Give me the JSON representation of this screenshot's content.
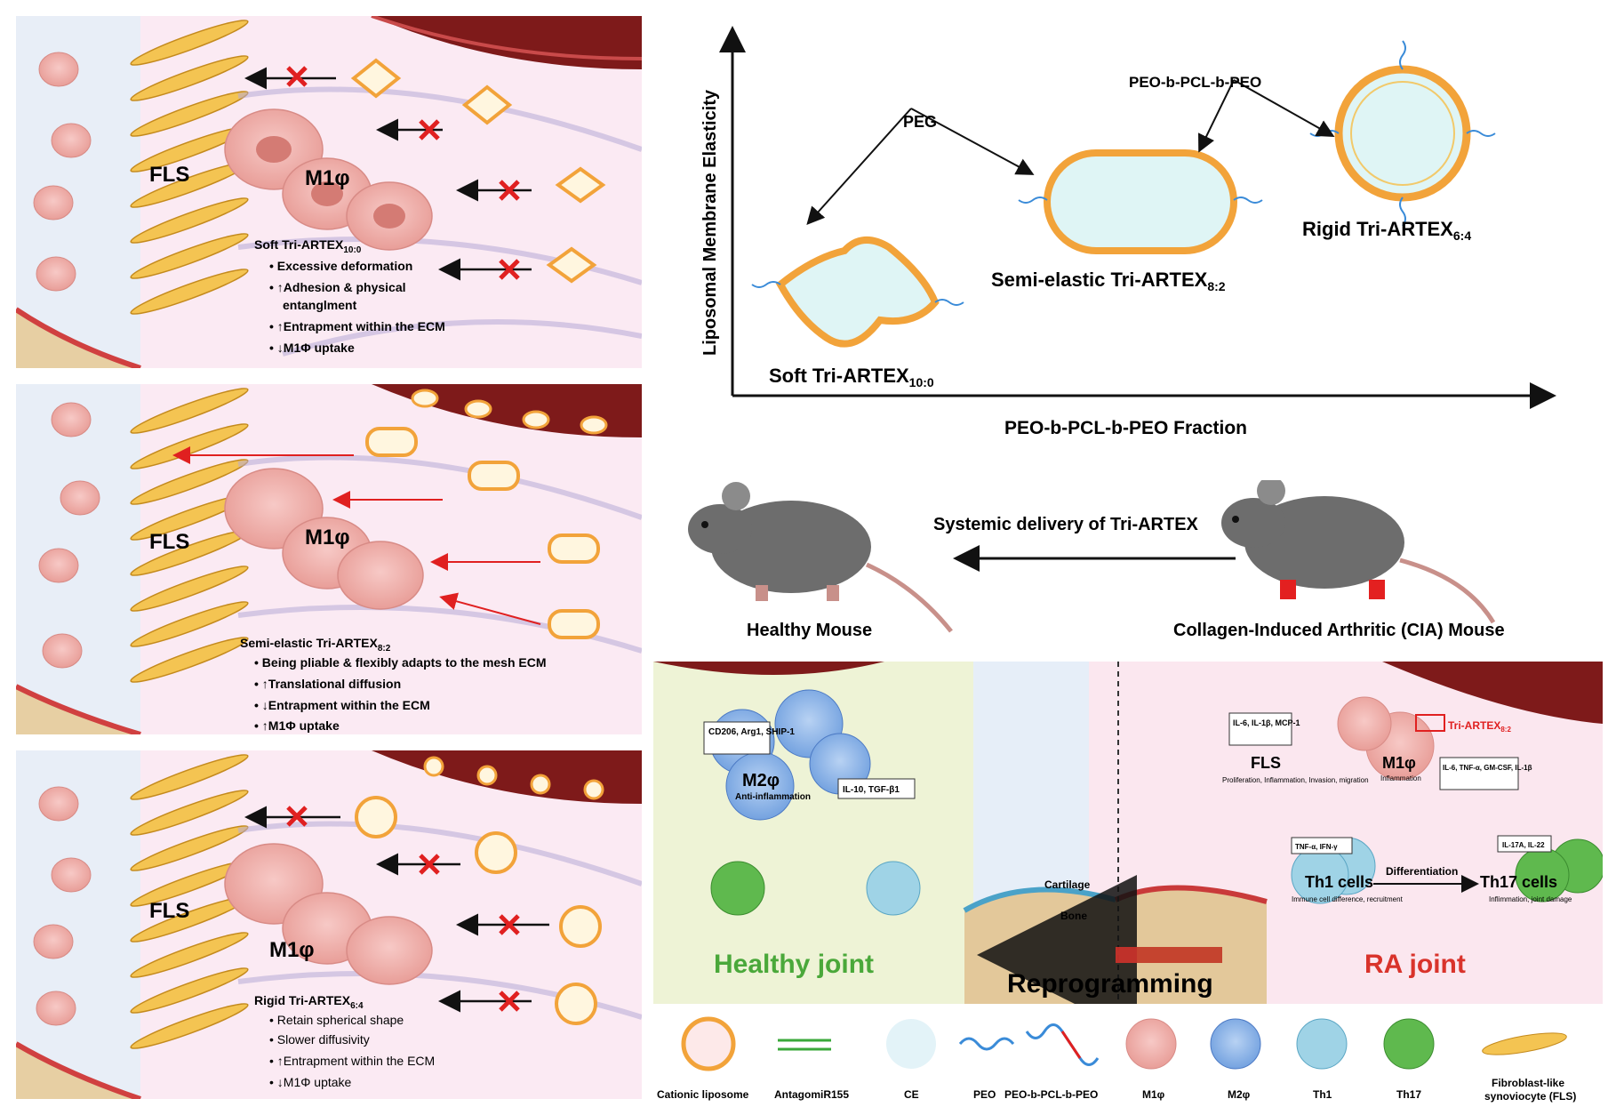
{
  "panels": {
    "soft": {
      "fls": "FLS",
      "m1": "M1φ",
      "title": "Soft Tri-ARTEX",
      "sub": "10:0",
      "bullets": [
        "Excessive deformation",
        "↑Adhesion & physical",
        "entanglment",
        "↑Entrapment within the ECM",
        "↓M1Φ uptake"
      ]
    },
    "semi": {
      "fls": "FLS",
      "m1": "M1φ",
      "title": "Semi-elastic Tri-ARTEX",
      "sub": "8:2",
      "bullets": [
        "Being pliable & flexibly adapts to the mesh ECM",
        "↑Translational diffusion",
        "↓Entrapment within the ECM",
        "↑M1Φ uptake"
      ]
    },
    "rigid": {
      "fls": "FLS",
      "m1": "M1φ",
      "title": "Rigid Tri-ARTEX",
      "sub": "6:4",
      "bullets": [
        "Retain spherical shape",
        "Slower diffusivity",
        "↑Entrapment within the ECM",
        "↓M1Φ uptake"
      ]
    }
  },
  "graph": {
    "y_axis": "Liposomal Membrane Elasticity",
    "x_axis": "PEO-b-PCL-b-PEO Fraction",
    "peg": "PEG",
    "peo_pcl": "PEO-b-PCL-b-PEO",
    "soft_label": "Soft Tri-ARTEX",
    "soft_sub": "10:0",
    "semi_label": "Semi-elastic Tri-ARTEX",
    "semi_sub": "8:2",
    "rigid_label": "Rigid Tri-ARTEX",
    "rigid_sub": "6:4"
  },
  "mice": {
    "arrow_label": "Systemic delivery of Tri-ARTEX",
    "healthy": "Healthy Mouse",
    "cia": "Collagen-Induced Arthritic (CIA) Mouse"
  },
  "joint": {
    "m2_markers": "CD206, Arg1, SHIP-1",
    "m2": "M2φ",
    "m2_desc": "Anti-inflammation",
    "m2_cytokines": "IL-10, TGF-β1",
    "healthy_joint": "Healthy joint",
    "cartilage": "Cartilage",
    "bone": "Bone",
    "reprogramming": "Reprogramming",
    "fls_cyt": "IL-6, IL-1β, MCP-1",
    "fls": "FLS",
    "fls_desc": "Proliferation, Inflammation, Invasion, migration",
    "m1": "M1φ",
    "m1_desc": "Inflammation",
    "tri_label": "Tri-ARTEX",
    "tri_sub": "8:2",
    "m1_cyt": "IL-6, TNF-α, GM-CSF, IL-1β",
    "th1_cyt": "TNF-α, IFN-γ",
    "th17_cyt": "IL-17A, IL-22",
    "th1": "Th1 cells",
    "th1_desc": "Immune cell difference, recruitment",
    "differentiation": "Differentiation",
    "th17": "Th17 cells",
    "th17_desc": "Inflimmation, joint damage",
    "ra_joint": "RA joint"
  },
  "legend": {
    "cationic": "Cationic liposome",
    "antagomir": "AntagomiR155",
    "ce": "CE",
    "peo": "PEO",
    "peo_pcl": "PEO-b-PCL-b-PEO",
    "m1": "M1φ",
    "m2": "M2φ",
    "th1": "Th1",
    "th17": "Th17",
    "fls1": "Fibroblast-like",
    "fls2": "synoviocyte (FLS)"
  },
  "colors": {
    "orange": "#f2a33a",
    "ra_red": "#d9332b",
    "healthy_green": "#4aa83a",
    "vessel": "#8e1f1f"
  }
}
